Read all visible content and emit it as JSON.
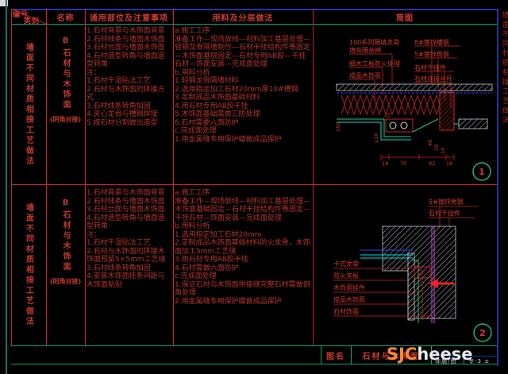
{
  "header": {
    "serial": "编号",
    "category": "类别",
    "name": "名称",
    "general": "通用部位及注意事项",
    "materials": "用料及分层做法",
    "diagram": "简图"
  },
  "rows": [
    {
      "category": "墙面不同材质相接工艺做法",
      "name_prefix": "B",
      "name": "石材与木饰面",
      "name_sub": "(阴角对接)",
      "general": "1.石材背景与木饰面背景\n2.石材线条与墙面木饰面\n3.石材台面与墙面木饰面\n4.石材造型转角与墙面造型转角\n注：\n1.石材干湿贴法工艺\n2.石材与木饰面的拼接方式\n3.石材线条转角加固\n4.夹心龙骨与槽钢焊接\n5.按石材分割做出造型",
      "materials": "a.施工工序\n准备工作—现场放线—材料加工基层处理—轻钢龙骨隔墙制作—石材干挂结构件等固定—木饰面基层固定—石材专用AB胶—干挂石材—饰面安装—完成面处理\nb.用料分析\n1.轻钢龙骨隔墙材料\n2.选用指定加工石材20mm厚10#槽钢\n3.定制成品木饰面基础材料\n4.用石材专用AB胶干挂\n5.木饰面基础需做三防处理\n6.石材需要六面防护\nc.完成面处理\n1.用金属缝专用保护蜡做成品保护"
    },
    {
      "category": "墙面不同材质相接工艺做法",
      "name_prefix": "B",
      "name": "石材与木饰面",
      "name_sub": "(阳角对接)",
      "general": "1.石材背景与木饰面背景\n2.石材线条与墙面木饰面\n3.石材台面与墙面木饰面\n4.石材造型转角与墙面造型转角\n注：\n1.石材干湿贴法工艺\n2.石材与木饰面的拼接木饰面预留5×5mm工艺缝\n3.石材线条转角加固\n4.安装木饰面挂条间距与木饰面粘贴",
      "materials": "a.施工工序\n准备工作—现场放线—材料加工基层处理—木饰面基础固定—石材干挂结构件等固定—干挂石材—饰面安装—完成面处理\nb.用料分析\n1.选用指定加工石材20mm\n2.定制成品木饰面基础材料防火龙骨，木饰面加工5mm工艺缝\n3.用石材专用AB胶干挂\n4.石材需做六面防护\nc.完成面处理\n1.保证石材与木饰面拼接缝完整石材需做倒角处理\n2.用金属缝专用保护膜做成品保护"
    }
  ],
  "diagram1": {
    "left_labels": [
      "100系列隔墙龙骨",
      "填充隔音棉",
      "细木工板防火处理",
      "成品木饰面"
    ],
    "right_labels": [
      "8#镀锌槽钢",
      "5#镀锌角钢",
      "石材干挂件",
      "石材连接丝杆"
    ],
    "dims": [
      "18",
      "70",
      "82",
      "18",
      "110",
      "25",
      "150",
      "40",
      "10",
      "10"
    ],
    "badge": "1"
  },
  "diagram2": {
    "top_labels": [
      "5#镀锌角钢",
      "石材干挂件"
    ],
    "left_labels": [
      "卡式龙骨",
      "防火夹板",
      "木饰面挂件",
      "成品木饰面",
      "石材饰面"
    ],
    "badge": "2"
  },
  "footer": {
    "label": "图名",
    "title": "石材与木饰面",
    "logo_accent": "SJC",
    "logo_rest": "heese",
    "meta_left": "饰施/图",
    "meta_right": "专-3 ±"
  },
  "side_strip": "墙面不同材质相接工艺做法",
  "colors": {
    "line_red": "#cc2520",
    "text_red": "#b5342c",
    "green": "#00a878",
    "blue": "#2233aa",
    "cyan": "#00dddd",
    "magenta": "#c44fd0",
    "hatch_gray": "#b9bfc6",
    "badge_green": "#19b57d",
    "logo_orange": "#ff8833"
  }
}
